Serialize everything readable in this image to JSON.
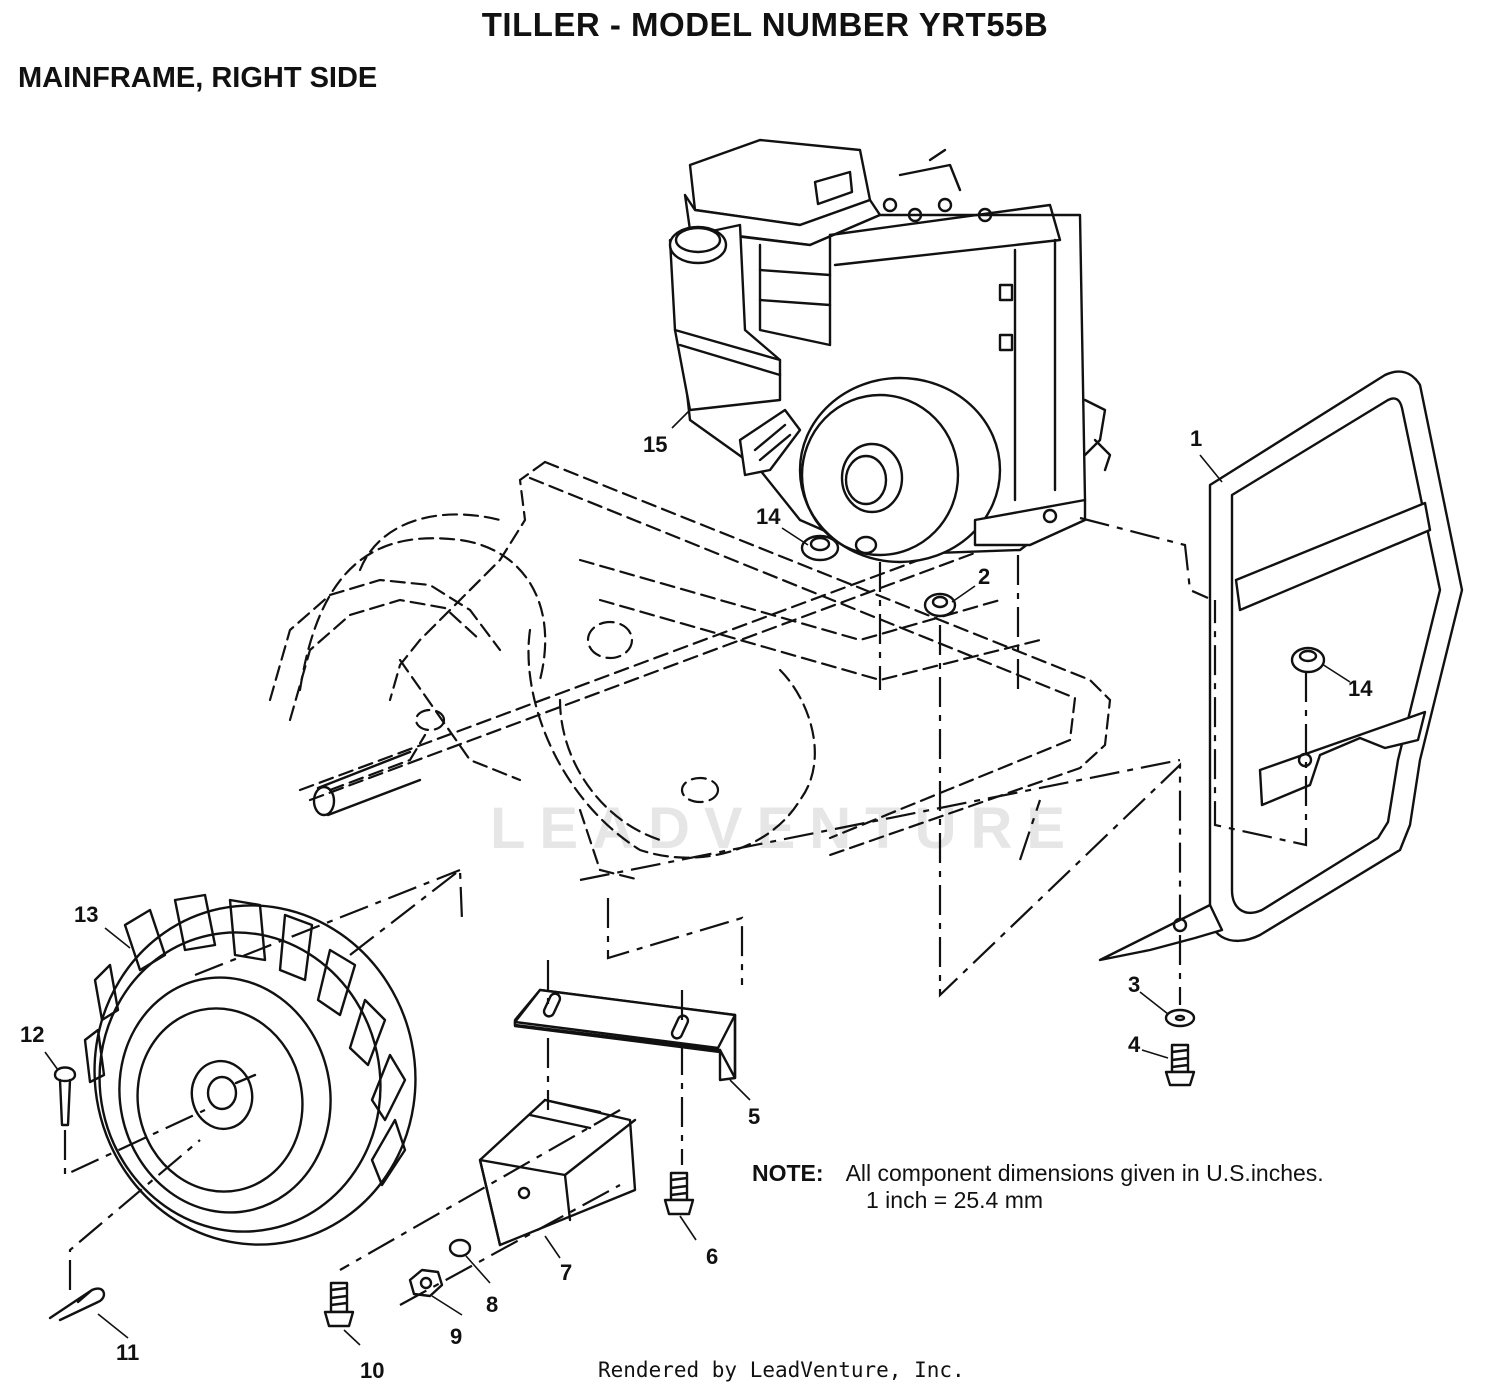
{
  "header": {
    "title": "TILLER - MODEL NUMBER YRT55B",
    "subtitle": "MAINFRAME, RIGHT SIDE"
  },
  "callouts": [
    "1",
    "2",
    "3",
    "4",
    "5",
    "6",
    "7",
    "8",
    "9",
    "10",
    "11",
    "12",
    "13",
    "14",
    "14",
    "15"
  ],
  "note": {
    "label": "NOTE:",
    "line1": "All component dimensions given in U.S.inches.",
    "line2": "1 inch = 25.4 mm"
  },
  "watermark": "LEADVENTURE",
  "footer": "Rendered by LeadVenture, Inc."
}
